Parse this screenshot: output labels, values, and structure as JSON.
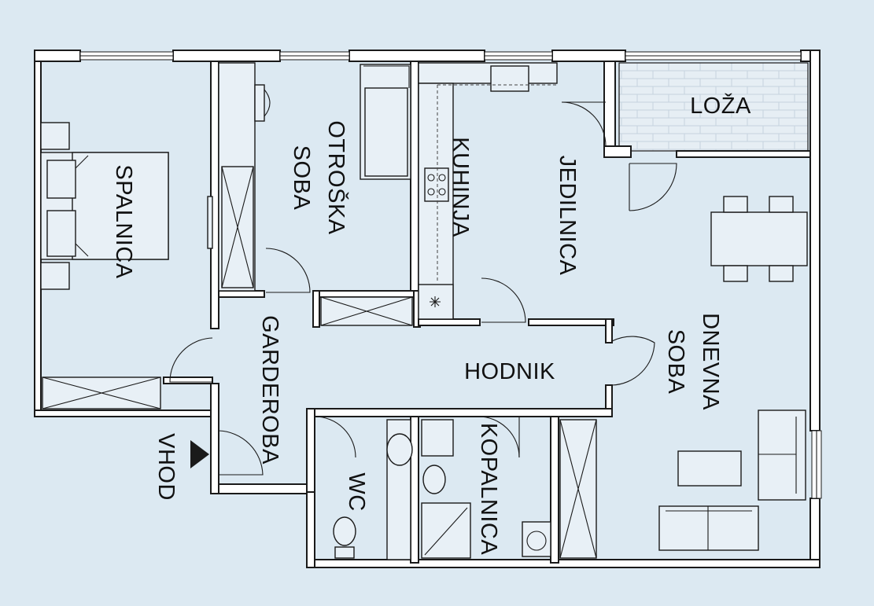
{
  "rooms": {
    "spalnica": "SPALNICA",
    "otroska_soba": [
      "OTROŠKA",
      "SOBA"
    ],
    "kuhinja": "KUHINJA",
    "jedilnica": "JEDILNICA",
    "loza": "LOŽA",
    "garderoba": "GARDEROBA",
    "hodnik": "HODNIK",
    "dnevna_soba": [
      "DNEVNA",
      "SOBA"
    ],
    "wc": "WC",
    "kopalnica": "KOPALNICA",
    "vhod": "VHOD"
  },
  "colors": {
    "background": "#dce9f2",
    "wall_fill": "#ffffff",
    "wall_stroke": "#1a1a1a",
    "furniture_fill": "#e8f0f6",
    "loza_tile": "#e6eef4"
  }
}
